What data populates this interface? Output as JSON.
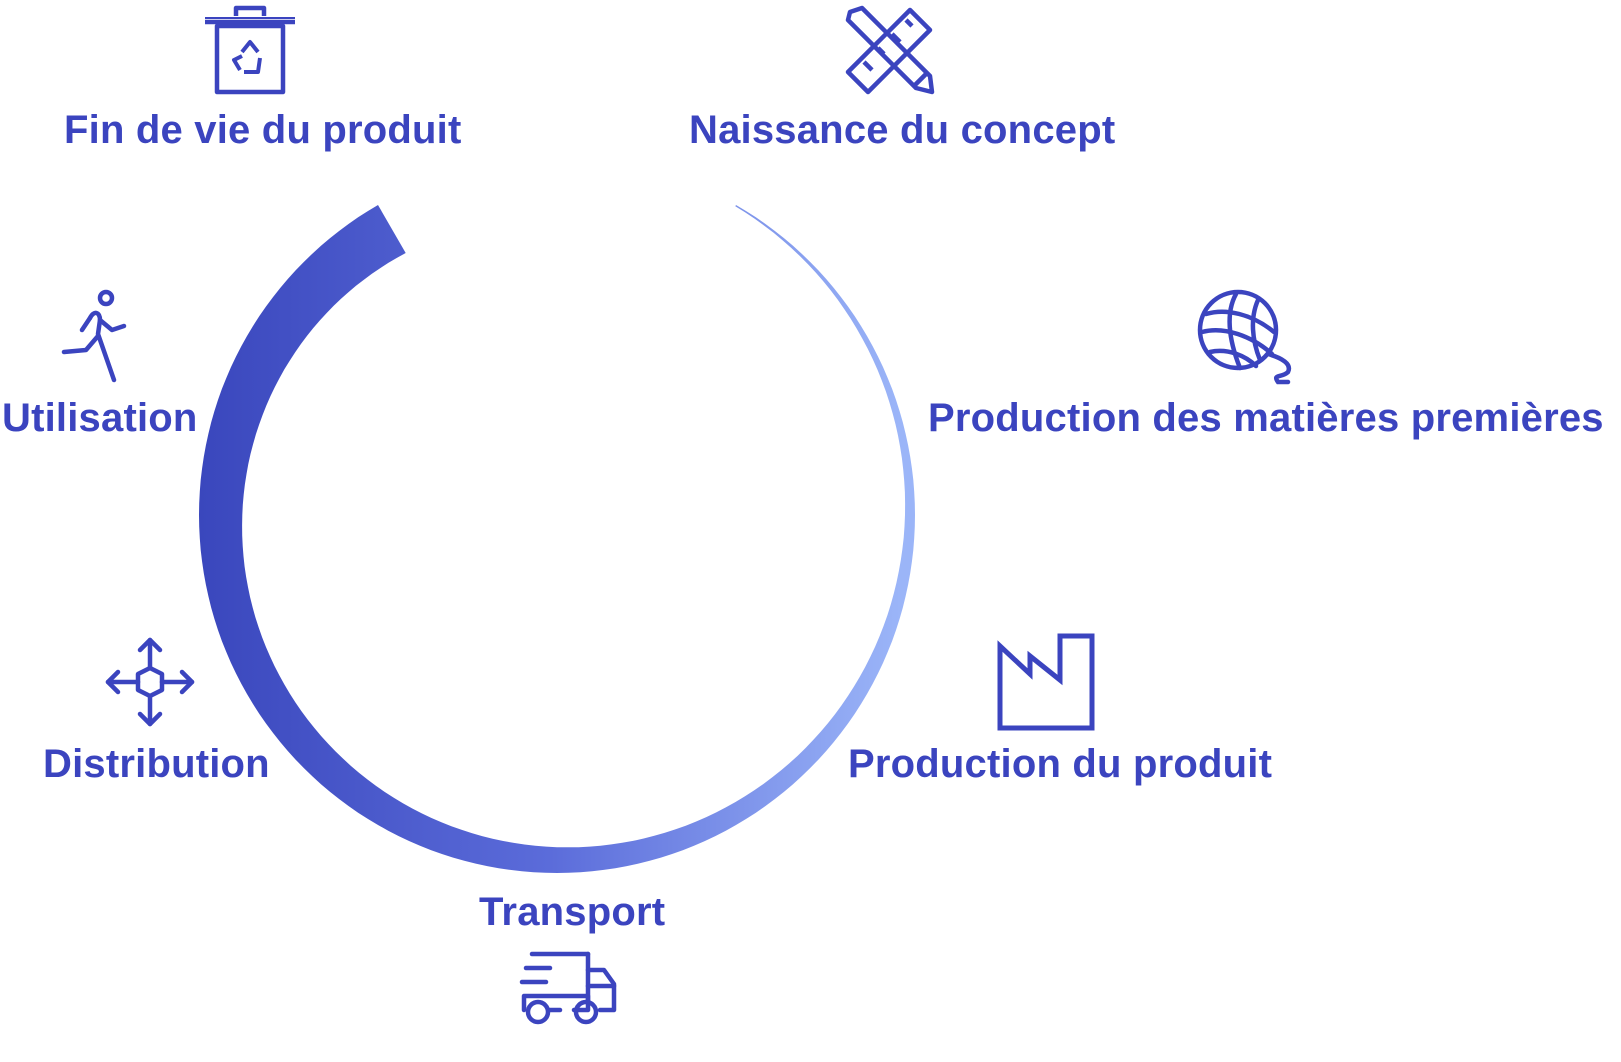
{
  "colors": {
    "accent": "#3b44bf",
    "arc_start": "#3a47bd",
    "arc_end": "#9bb5f8",
    "background": "#ffffff"
  },
  "stages": [
    {
      "id": "naissance",
      "label": "Naissance du concept",
      "icon": "ruler-pencil-icon"
    },
    {
      "id": "matieres",
      "label": "Production des matières premières",
      "icon": "yarn-ball-icon"
    },
    {
      "id": "produit",
      "label": "Production du produit",
      "icon": "factory-icon"
    },
    {
      "id": "transport",
      "label": "Transport",
      "icon": "delivery-truck-icon"
    },
    {
      "id": "distribution",
      "label": "Distribution",
      "icon": "distribution-arrows-icon"
    },
    {
      "id": "utilisation",
      "label": "Utilisation",
      "icon": "runner-icon"
    },
    {
      "id": "fin",
      "label": "Fin de vie du produit",
      "icon": "recycle-bin-icon"
    }
  ]
}
